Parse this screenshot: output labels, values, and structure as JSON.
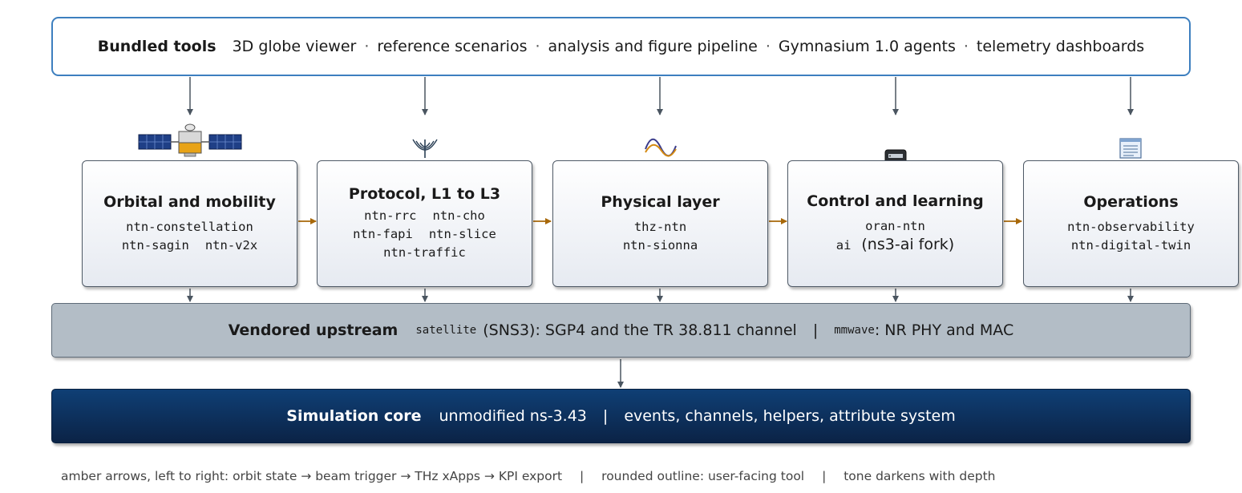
{
  "tools": {
    "label": "Bundled tools",
    "items": [
      "3D globe viewer",
      "reference scenarios",
      "analysis and figure pipeline",
      "Gymnasium 1.0 agents",
      "telemetry dashboards"
    ],
    "separator": "·"
  },
  "modules": [
    {
      "title": "Orbital and mobility",
      "icon": "satellite-icon",
      "lines": [
        [
          "ntn-constellation"
        ],
        [
          "ntn-sagin",
          "ntn-v2x"
        ]
      ]
    },
    {
      "title": "Protocol, L1 to L3",
      "icon": "antenna-icon",
      "lines": [
        [
          "ntn-rrc",
          "ntn-cho"
        ],
        [
          "ntn-fapi",
          "ntn-slice"
        ],
        [
          "ntn-traffic"
        ]
      ]
    },
    {
      "title": "Physical layer",
      "icon": "waveform-icon",
      "lines": [
        [
          "thz-ntn"
        ],
        [
          "ntn-sionna"
        ]
      ]
    },
    {
      "title": "Control and learning",
      "icon": "server-rack-icon",
      "lines": [
        [
          "oran-ntn"
        ]
      ],
      "extra": {
        "code": "ai",
        "text": "(ns3-ai fork)"
      }
    },
    {
      "title": "Operations",
      "icon": "document-icon",
      "lines": [
        [
          "ntn-observability"
        ],
        [
          "ntn-digital-twin"
        ]
      ]
    }
  ],
  "vendored": {
    "label": "Vendored upstream",
    "sat_code": "satellite",
    "sat_text": "(SNS3): SGP4 and the TR 38.811 channel",
    "divider": "|",
    "mm_code": "mmwave",
    "mm_text": ": NR PHY and MAC"
  },
  "core": {
    "label": "Simulation core",
    "version": "unmodified ns-3.43",
    "divider": "|",
    "features": "events, channels, helpers, attribute system"
  },
  "legend": {
    "amber": "amber arrows, left to right: orbit state → beam trigger → THz xApps → KPI export",
    "divider": "|",
    "outline": "rounded outline: user-facing tool",
    "tone": "tone darkens with depth"
  },
  "colors": {
    "tool_border": "#3d7fbf",
    "arrow_gray": "#4a5560",
    "arrow_amber": "#a8680a",
    "vendored_fill": "#b3bdc6",
    "core_fill": "#0b2c57"
  }
}
